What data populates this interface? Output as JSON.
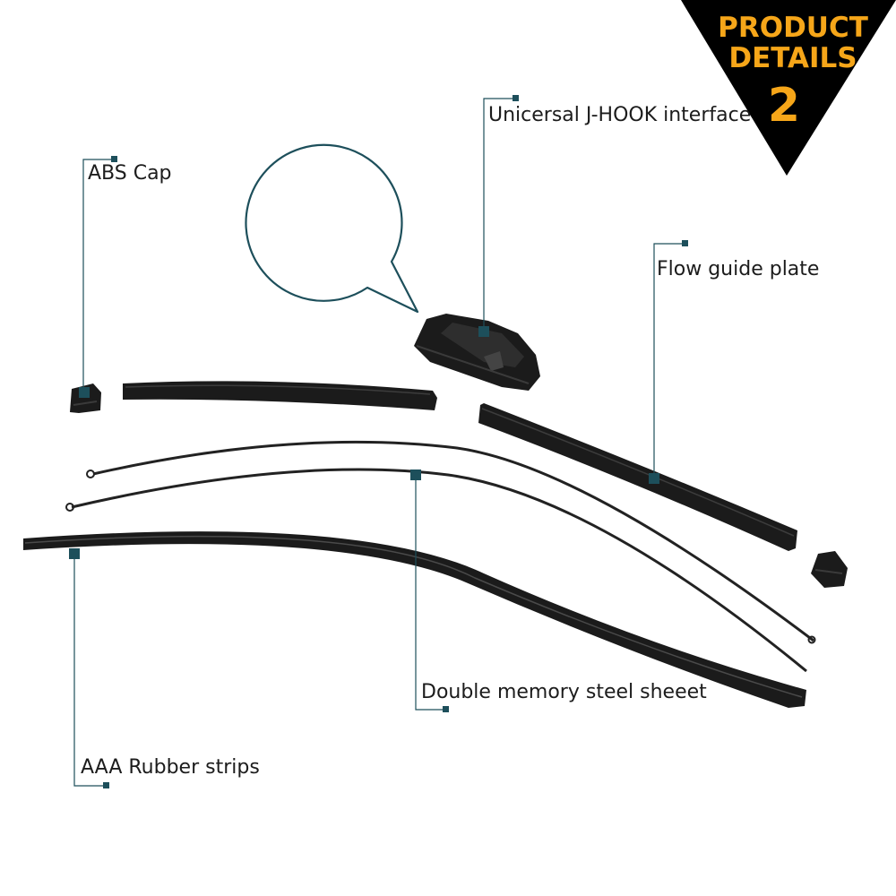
{
  "badge": {
    "line1": "PRODUCT",
    "line2": "DETAILS",
    "number": "2",
    "background_color": "#000000",
    "text_color": "#f6a619"
  },
  "accent_color": "#1d4f5b",
  "labels": {
    "jhook": "Unicersal J-HOOK interface",
    "abs_cap": "ABS Cap",
    "flow_guide": "Flow guide plate",
    "steel_sheet": "Double memory steel sheeet",
    "rubber_strips": "AAA Rubber strips"
  },
  "parts": [
    "magnifier-bubble",
    "j-hook-adapter",
    "abs-end-cap-left",
    "abs-end-cap-right",
    "spoiler-left",
    "spoiler-right",
    "steel-spring-upper",
    "steel-spring-lower",
    "rubber-blade"
  ]
}
